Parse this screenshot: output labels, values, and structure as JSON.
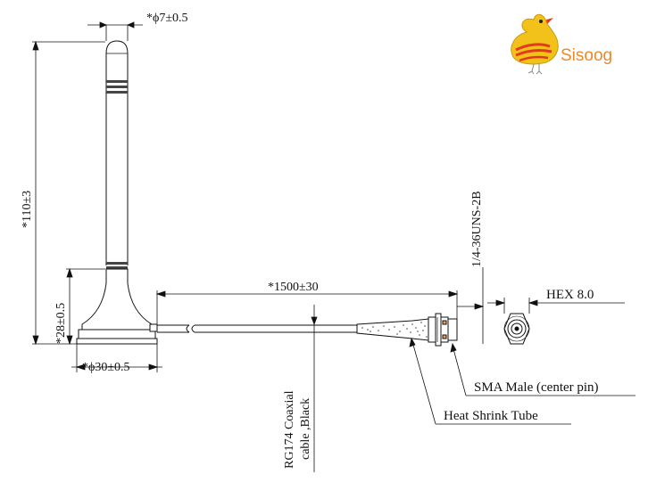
{
  "logo": {
    "text": "Sisoog",
    "icon": "yellow-bird-icon",
    "colors": {
      "body": "#f2c21a",
      "stripe": "#e23a1e",
      "text": "#e88a2a"
    }
  },
  "dimensions": {
    "top_diameter": "*ϕ7±0.5",
    "total_height": "*110±3",
    "base_height": "*28±0.5",
    "base_diameter": "*ϕ30±0.5",
    "cable_length": "*1500±30",
    "thread_spec": "1/4-36UNS-2B",
    "hex_size": "HEX 8.0"
  },
  "callouts": {
    "cable": [
      "RG174 Coaxial",
      "cable ,Black"
    ],
    "connector": "SMA Male (center pin)",
    "heat_shrink": "Heat Shrink Tube"
  }
}
